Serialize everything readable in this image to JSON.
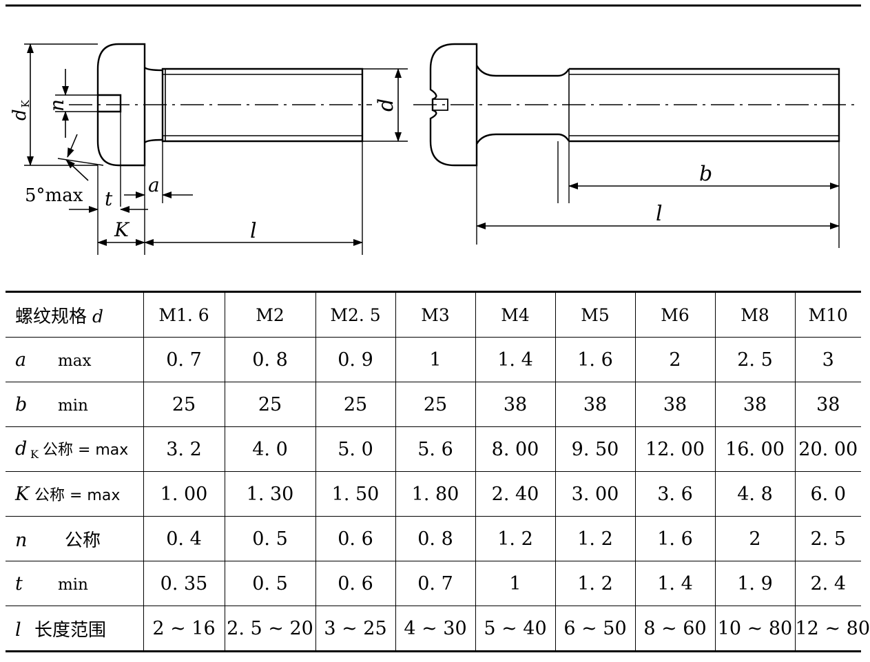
{
  "drawing": {
    "labels": {
      "dk": "d",
      "dk_sub": "K",
      "n": "n",
      "angle": "5°max",
      "t": "t",
      "a": "a",
      "K": "K",
      "l_left": "l",
      "d": "d",
      "b": "b",
      "l_right": "l"
    }
  },
  "table": {
    "header": {
      "label": "螺纹规格",
      "symbol": "d",
      "sizes": [
        "M1. 6",
        "M2",
        "M2. 5",
        "M3",
        "M4",
        "M5",
        "M6",
        "M8",
        "M10"
      ]
    },
    "rows": [
      {
        "symbol": "a",
        "sub": "",
        "qualifier": "max",
        "values": [
          "0. 7",
          "0. 8",
          "0. 9",
          "1",
          "1. 4",
          "1. 6",
          "2",
          "2. 5",
          "3"
        ]
      },
      {
        "symbol": "b",
        "sub": "",
        "qualifier": "min",
        "values": [
          "25",
          "25",
          "25",
          "25",
          "38",
          "38",
          "38",
          "38",
          "38"
        ]
      },
      {
        "symbol": "d",
        "sub": "K",
        "qualifier": "公称 = max",
        "values": [
          "3. 2",
          "4. 0",
          "5. 0",
          "5. 6",
          "8. 00",
          "9. 50",
          "12. 00",
          "16. 00",
          "20. 00"
        ]
      },
      {
        "symbol": "K",
        "sub": "",
        "qualifier": "公称 = max",
        "values": [
          "1. 00",
          "1. 30",
          "1. 50",
          "1. 80",
          "2. 40",
          "3. 00",
          "3. 6",
          "4. 8",
          "6. 0"
        ]
      },
      {
        "symbol": "n",
        "sub": "",
        "qualifier": "公称",
        "values": [
          "0. 4",
          "0. 5",
          "0. 6",
          "0. 8",
          "1. 2",
          "1. 2",
          "1. 6",
          "2",
          "2. 5"
        ]
      },
      {
        "symbol": "t",
        "sub": "",
        "qualifier": "min",
        "values": [
          "0. 35",
          "0. 5",
          "0. 6",
          "0. 7",
          "1",
          "1. 2",
          "1. 4",
          "1. 9",
          "2. 4"
        ]
      },
      {
        "symbol": "l",
        "sub": "",
        "qualifier": "长度范围",
        "values": [
          "2 ~ 16",
          "2. 5 ~ 20",
          "3 ~ 25",
          "4 ~ 30",
          "5 ~ 40",
          "6 ~ 50",
          "8 ~ 60",
          "10 ~ 80",
          "12 ~ 80"
        ]
      }
    ]
  }
}
